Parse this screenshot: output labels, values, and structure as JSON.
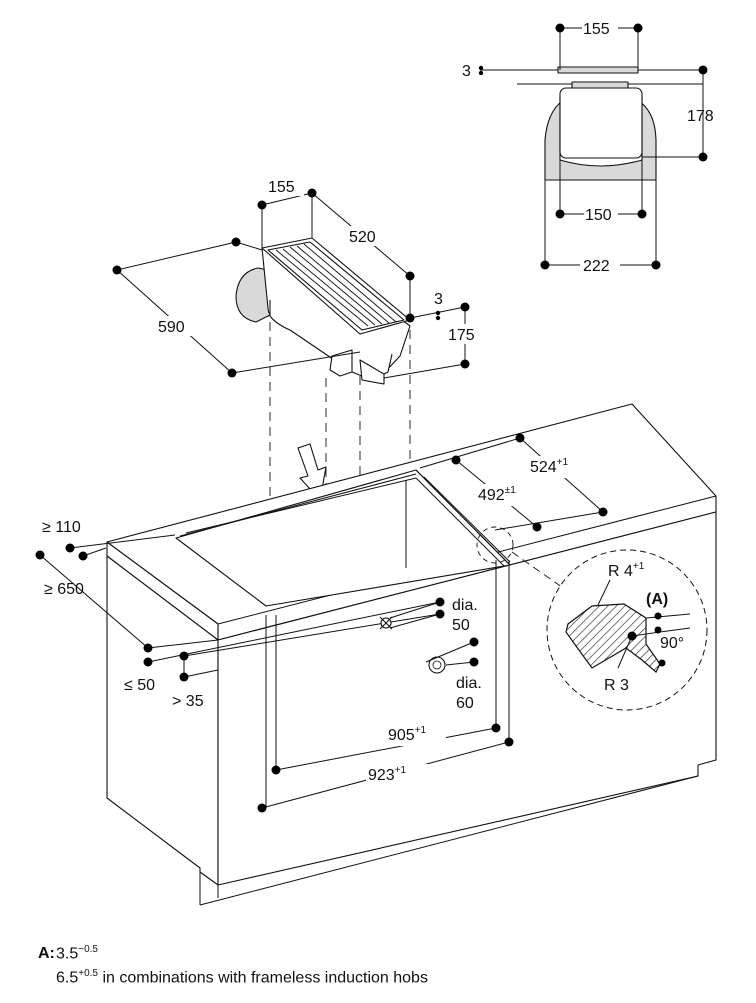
{
  "dimensions": {
    "top_width": "155",
    "top_thickness": "3",
    "top_height": "178",
    "top_inner": "150",
    "top_outer": "222",
    "unit_width": "155",
    "unit_length": "520",
    "unit_depth": "590",
    "unit_thickness": "3",
    "unit_height": "175",
    "cut_inner": "524",
    "cut_inner_tol": "+1",
    "cut_depth": "492",
    "cut_depth_tol": "±1",
    "edge_distance": "≥ 110",
    "counter_depth": "≥ 650",
    "gap_max": "≤ 50",
    "gap_min": "> 35",
    "dia_label_1": "dia.",
    "dia_value_1": "50",
    "dia_label_2": "dia.",
    "dia_value_2": "60",
    "cut_width": "905",
    "cut_width_tol": "+1",
    "outer_width": "923",
    "outer_width_tol": "+1",
    "radius_outer": "R 4",
    "radius_outer_tol": "+1",
    "detail_label": "(A)",
    "angle": "90°",
    "radius_inner": "R 3"
  },
  "legend": {
    "key": "A:",
    "value_1": "3.5",
    "value_1_tol": "−0.5",
    "value_2": "6.5",
    "value_2_tol": "+0.5",
    "value_2_text": " in combinations with frameless induction hobs"
  }
}
